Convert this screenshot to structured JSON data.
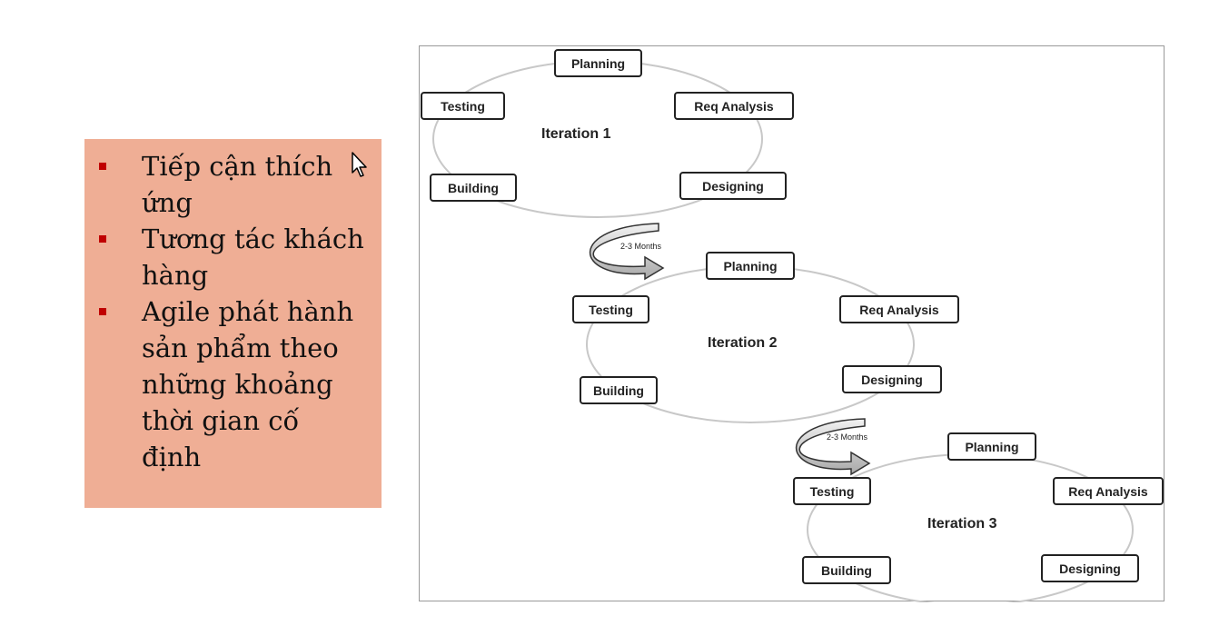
{
  "bullets": [
    "Tiếp cận thích ứng",
    "Tương tác khách hàng",
    "Agile phát hành sản phẩm theo những khoảng thời gian cố định"
  ],
  "colors": {
    "textbox_bg": "#efae95",
    "bullet": "#c00000"
  },
  "icons": [
    "mouse-pointer-icon",
    "curved-arrow-icon"
  ],
  "diagram": {
    "iterations": [
      {
        "label": "Iteration 1",
        "stages": {
          "planning": "Planning",
          "req": "Req Analysis",
          "designing": "Designing",
          "building": "Building",
          "testing": "Testing"
        }
      },
      {
        "label": "Iteration 2",
        "stages": {
          "planning": "Planning",
          "req": "Req Analysis",
          "designing": "Designing",
          "building": "Building",
          "testing": "Testing"
        }
      },
      {
        "label": "Iteration 3",
        "stages": {
          "planning": "Planning",
          "req": "Req Analysis",
          "designing": "Designing",
          "building": "Building",
          "testing": "Testing"
        }
      }
    ],
    "transitions": [
      "2-3 Months",
      "2-3 Months"
    ]
  }
}
